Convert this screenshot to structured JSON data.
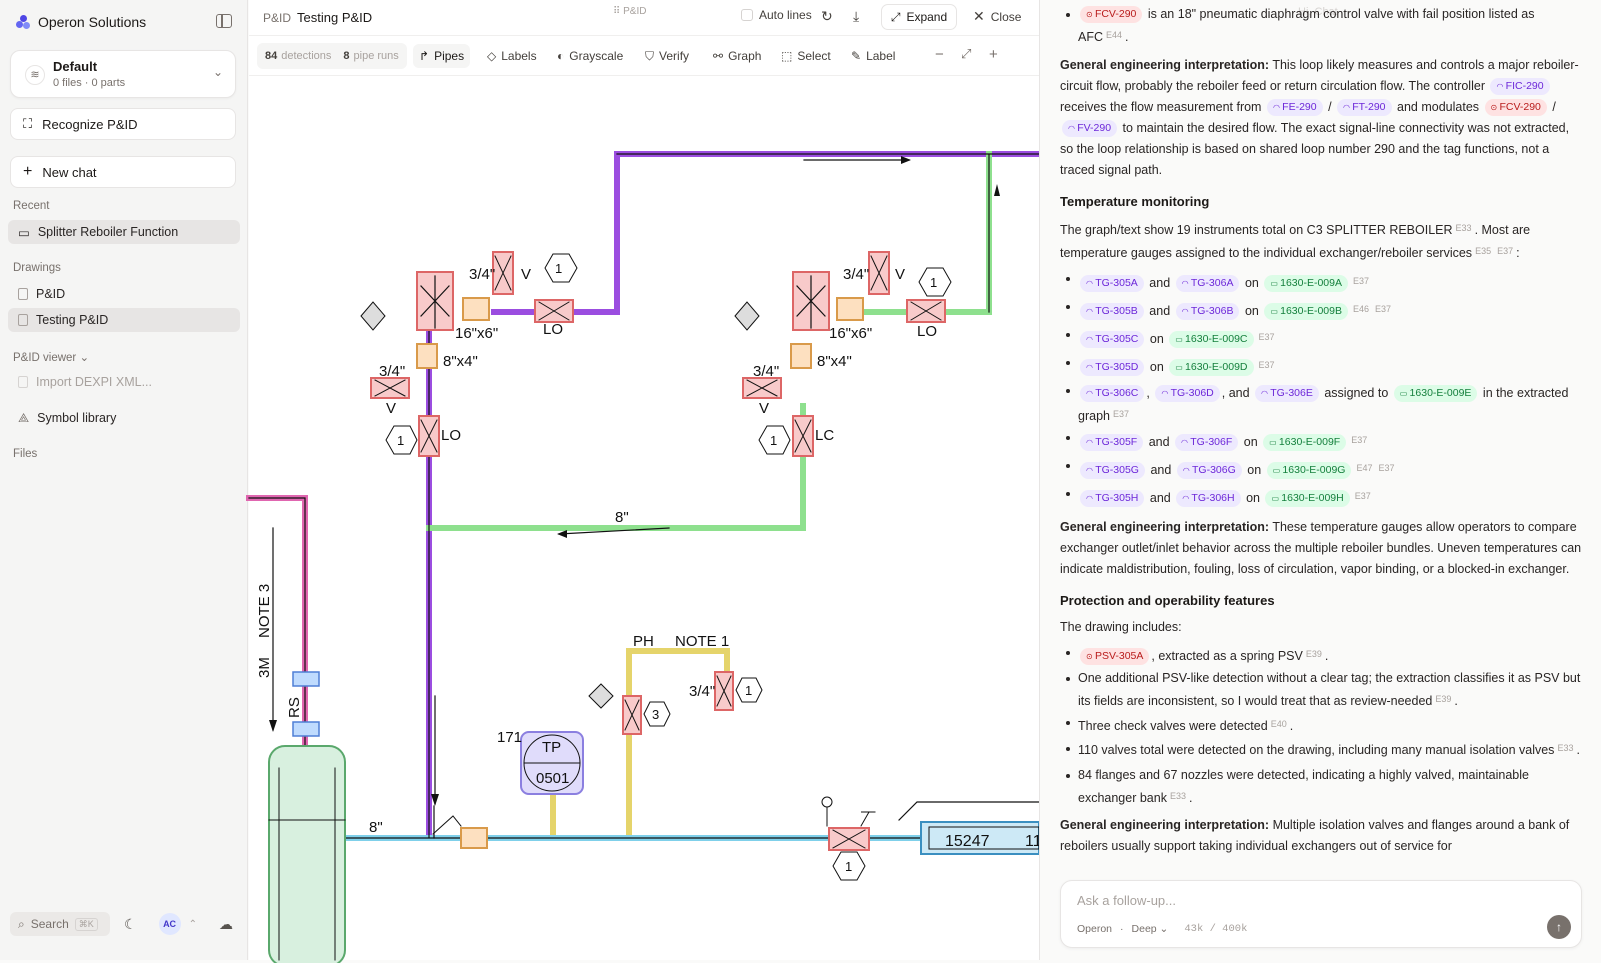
{
  "sidebar": {
    "org": "Operon Solutions",
    "workspace": {
      "name": "Default",
      "sub": "0 files · 0 parts"
    },
    "recognize": "Recognize P&ID",
    "new_chat": "New chat",
    "recent_label": "Recent",
    "recent": [
      "Splitter Reboiler Function"
    ],
    "drawings_label": "Drawings",
    "drawings": [
      "P&ID",
      "Testing P&ID"
    ],
    "viewer_label": "P&ID viewer",
    "import": "Import DEXPI XML...",
    "symbol_library": "Symbol library",
    "files_label": "Files",
    "search": "Search",
    "search_kbd": "⌘K",
    "avatar": "AC"
  },
  "viewer": {
    "crumb_parent": "P&ID",
    "crumb_title": "Testing P&ID",
    "drag_label": "P&ID",
    "auto_lines": "Auto lines",
    "expand": "Expand",
    "close": "Close",
    "detections_n": "84",
    "detections": "detections",
    "pipe_runs_n": "8",
    "pipe_runs": "pipe runs",
    "tools": [
      "Pipes",
      "Labels",
      "Grayscale",
      "Verify",
      "Graph",
      "Select",
      "Label"
    ],
    "drawing": {
      "size_34": "3/4\"",
      "v": "V",
      "one": "1",
      "lo": "LO",
      "lc": "LC",
      "r1": "16\"x6\"",
      "r2": "8\"x4\"",
      "eight": "8\"",
      "note3": "NOTE 3",
      "m3": "3M",
      "rs": "RS",
      "ph": "PH",
      "note1": "NOTE 1",
      "three": "3",
      "n171": "171",
      "tp": "TP",
      "tp_num": "0501",
      "box": "15247",
      "box2": "11"
    }
  },
  "chat": {
    "faded": "Hi, Chat",
    "l1a": "is an 18\" pneumatic diaphragm control valve with fail position listed as",
    "l1b": "AFC",
    "gei": "General engineering interpretation:",
    "p1a": "This loop likely measures and controls a major reboiler-circuit flow, probably the reboiler feed or return circulation flow. The controller",
    "p1b": "receives the flow measurement from",
    "p1c": "and",
    "p1d": "modulates",
    "p1e": "to maintain the desired flow. The exact signal-line connectivity was not extracted, so the loop relationship is based on shared loop number 290 and the tag functions, not a traced signal path.",
    "h_temp": "Temperature monitoring",
    "p2": "The graph/text show 19 instruments total on C3 SPLITTER REBOILER",
    "p2b": ". Most are temperature gauges assigned to the individual exchanger/reboiler services",
    "and": "and",
    "on": "on",
    "sl": "/",
    "comma": ",",
    "and2": ", and",
    "assigned": "assigned to",
    "inthe": "in the",
    "extracted": "extracted graph",
    "p3": "These temperature gauges allow operators to compare exchanger outlet/inlet behavior across the multiple reboiler bundles. Uneven temperatures can indicate maldistribution, fouling, loss of circulation, vapor binding, or a blocked-in exchanger.",
    "h_prot": "Protection and operability features",
    "p4": "The drawing includes:",
    "b1": ", extracted as a spring PSV",
    "b2": "One additional PSV-like detection without a clear tag; the extraction classifies it as PSV but its fields are inconsistent, so I would treat that as review-needed",
    "b3": "Three check valves were detected",
    "b4": "110 valves total were detected on the drawing, including many manual isolation valves",
    "b5": "84 flanges and 67 nozzles were detected, indicating a highly valved, maintainable exchanger bank",
    "p5": "Multiple isolation valves and flanges around a bank of reboilers usually support taking individual exchangers out of service for",
    "tags": {
      "fcv": "FCV-290",
      "fic": "FIC-290",
      "fe": "FE-290",
      "ft": "FT-290",
      "fv": "FV-290",
      "psv": "PSV-305A",
      "tg": [
        "TG-305A",
        "TG-306A",
        "TG-305B",
        "TG-306B",
        "TG-305C",
        "TG-305D",
        "TG-306C",
        "TG-306D",
        "TG-306E",
        "TG-305F",
        "TG-306F",
        "TG-305G",
        "TG-306G",
        "TG-305H",
        "TG-306H"
      ],
      "eq": [
        "1630-E-009A",
        "1630-E-009B",
        "1630-E-009C",
        "1630-E-009D",
        "1630-E-009E",
        "1630-E-009F",
        "1630-E-009G",
        "1630-E-009H"
      ]
    },
    "refs": {
      "e33": "E33",
      "e35": "E35",
      "e37": "E37",
      "e39": "E39",
      "e40": "E40",
      "e44": "E44",
      "e46": "E46",
      "e47": "E47"
    },
    "placeholder": "Ask a follow-up...",
    "model": "Operon",
    "mode": "Deep",
    "tokens": "43k / 400k"
  },
  "colors": {
    "purple": "#9b4de0",
    "green": "#8ee08e",
    "pink": "#e066b0",
    "yellow": "#e5d46b",
    "cyan": "#7fd0ea"
  }
}
